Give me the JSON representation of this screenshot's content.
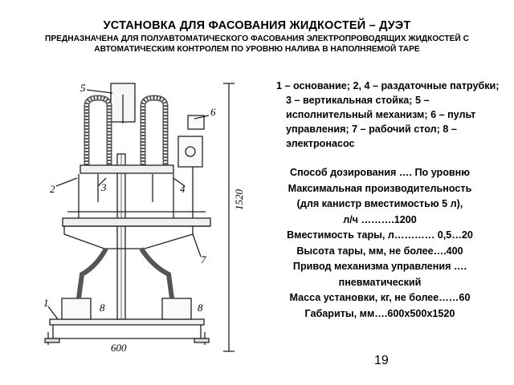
{
  "slide": {
    "title": "УСТАНОВКА ДЛЯ ФАСОВАНИЯ ЖИДКОСТЕЙ – ДУЭТ",
    "subtitle": "ПРЕДНАЗНАЧЕНА ДЛЯ ПОЛУАВТОМАТИЧЕСКОГО ФАСОВАНИЯ ЭЛЕКТРОПРОВОДЯЩИХ ЖИДКОСТЕЙ С АВТОМАТИЧЕСКИМ КОНТРОЛЕМ ПО УРОВНЮ НАЛИВА В НАПОЛНЯЕМОЙ ТАРЕ",
    "legend": "1 – основание; 2, 4 – раздаточные патрубки; 3 – вертикальная стойка; 5 – исполнительный механизм; 6 – пульт управления; 7 – рабочий стол; 8 – электронасос",
    "specs": [
      "Способ дозирования …. По уровню",
      "Максимальная производительность",
      "(для канистр вместимостью 5 л),",
      "л/ч ……….1200",
      "Вместимость тары, л………… 0,5…20",
      "Высота тары, мм, не более….400",
      "Привод механизма управления …. пневматический",
      "Масса установки, кг, не более……60",
      "Габариты, мм….600х500х1520"
    ],
    "page_number": "19"
  },
  "drawing": {
    "labels": {
      "n1": "1",
      "n2": "2",
      "n3": "3",
      "n4": "4",
      "n5": "5",
      "n6": "6",
      "n7": "7",
      "n8a": "8",
      "n8b": "8"
    },
    "dim_height": "1520",
    "dim_width": "600"
  }
}
